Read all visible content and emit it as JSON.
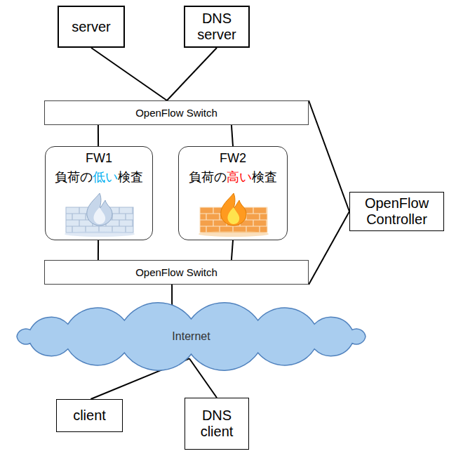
{
  "diagram": {
    "nodes": [
      {
        "text": [
          "server"
        ]
      },
      {
        "text": [
          "DNS server"
        ]
      },
      {
        "text": [
          "OpenFlow Switch"
        ]
      },
      {
        "text": [
          "FW1",
          "負荷の低い検査"
        ]
      },
      {
        "text": [
          "FW2",
          "負荷の高い検査"
        ]
      },
      {
        "text": [
          "OpenFlow Controller"
        ]
      },
      {
        "text": [
          "OpenFlow Switch"
        ]
      },
      {
        "text": [
          "Internet"
        ]
      },
      {
        "text": [
          "client"
        ]
      },
      {
        "text": [
          "DNS client"
        ]
      }
    ],
    "edges": [
      {
        "from": 0,
        "to": 2,
        "arrow": "none"
      },
      {
        "from": 1,
        "to": 2,
        "arrow": "none"
      },
      {
        "from": 2,
        "to": 3,
        "arrow": "none"
      },
      {
        "from": 2,
        "to": 4,
        "arrow": "none"
      },
      {
        "from": 3,
        "to": 6,
        "arrow": "none"
      },
      {
        "from": 4,
        "to": 6,
        "arrow": "none"
      },
      {
        "from": 6,
        "to": 7,
        "arrow": "none"
      },
      {
        "from": 7,
        "to": 8,
        "arrow": "none"
      },
      {
        "from": 7,
        "to": 9,
        "arrow": "none"
      },
      {
        "from": 2,
        "to": 5,
        "arrow": "none"
      },
      {
        "from": 6,
        "to": 5,
        "arrow": "none"
      }
    ]
  }
}
